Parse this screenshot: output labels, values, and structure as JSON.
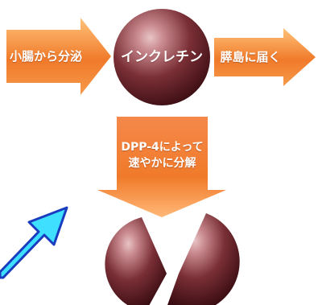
{
  "labels": {
    "secretion": "小腸から分泌",
    "incretin": "インクレチン",
    "reach": "膵島に届く",
    "dpp4_line1": "DPP-4によって",
    "dpp4_line2": "速やかに分解"
  },
  "colors": {
    "arrow_light": "#ffc27a",
    "arrow_dark": "#f07a2a",
    "sphere_highlight": "#c98a8f",
    "sphere_mid": "#7a2f36",
    "sphere_dark": "#3a0d12",
    "cyan_arrow": "#3fe0ff",
    "cyan_outline": "#1a3dbf"
  }
}
